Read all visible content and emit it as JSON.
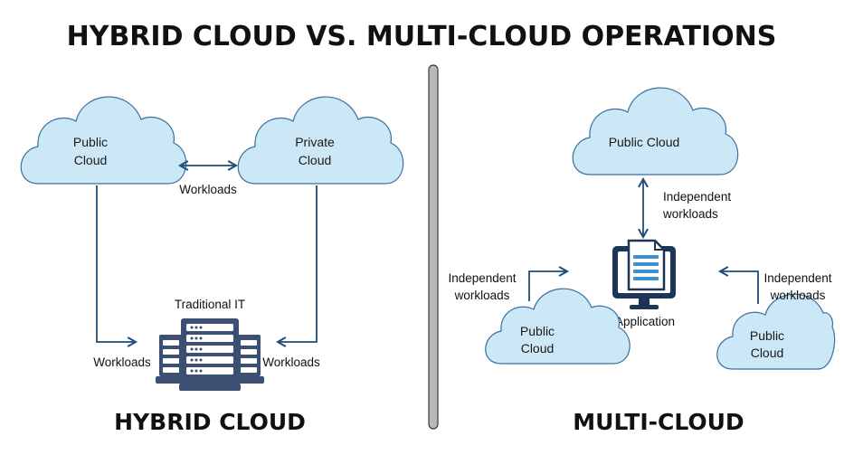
{
  "title": "HYBRID CLOUD VS. MULTI-CLOUD OPERATIONS",
  "hybrid": {
    "heading": "HYBRID CLOUD",
    "public_cloud": [
      "Public",
      "Cloud"
    ],
    "private_cloud": [
      "Private",
      "Cloud"
    ],
    "workloads_between": "Workloads",
    "workloads_left": "Workloads",
    "workloads_right": "Workloads",
    "traditional_it": "Traditional IT"
  },
  "multi": {
    "heading": "MULTI-CLOUD",
    "public_cloud_top": "Public Cloud",
    "independent_top": [
      "Independent",
      "workloads"
    ],
    "application": "Application",
    "independent_left": [
      "Independent",
      "workloads"
    ],
    "independent_right": [
      "Independent",
      "workloads"
    ],
    "public_cloud_left": [
      "Public",
      "Cloud"
    ],
    "public_cloud_right": [
      "Public",
      "Cloud"
    ]
  },
  "colors": {
    "cloud_fill": "#cce8f7",
    "cloud_stroke": "#3a6f9e",
    "arrow": "#1f4d78",
    "server": "#3d4f73",
    "monitor": "#1f3557",
    "divider": "#b8b8b8"
  },
  "icons": {
    "server": "server-rack-icon",
    "application": "monitor-document-icon"
  }
}
